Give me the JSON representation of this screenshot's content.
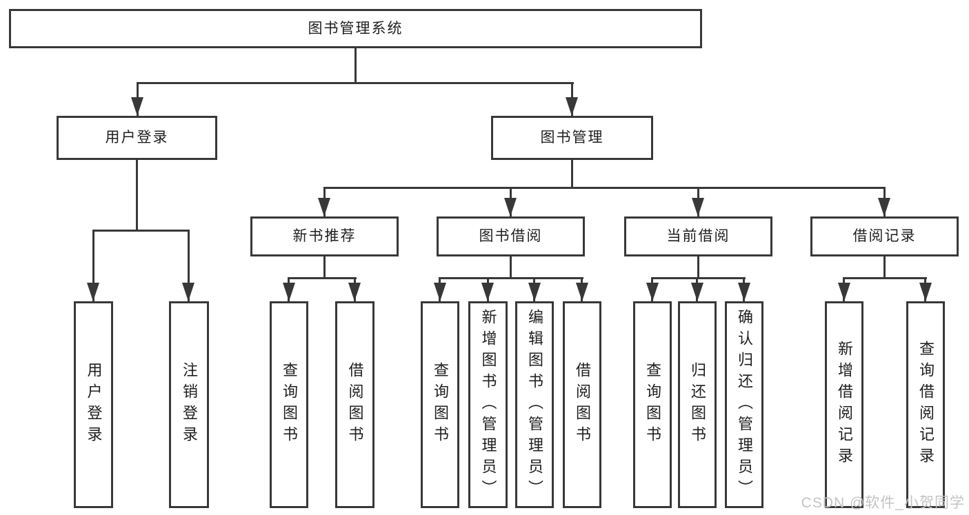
{
  "diagram": {
    "title": "图书管理系统",
    "tree": {
      "root": {
        "label": "图书管理系统"
      },
      "branches": [
        {
          "label": "用户登录",
          "children": [
            {
              "label": "用户登录"
            },
            {
              "label": "注销登录"
            }
          ]
        },
        {
          "label": "图书管理",
          "children": [
            {
              "label": "新书推荐",
              "children": [
                {
                  "label": "查询图书"
                },
                {
                  "label": "借阅图书"
                }
              ]
            },
            {
              "label": "图书借阅",
              "children": [
                {
                  "label": "查询图书"
                },
                {
                  "label": "新增图书（管理员）"
                },
                {
                  "label": "编辑图书（管理员）"
                },
                {
                  "label": "借阅图书"
                }
              ]
            },
            {
              "label": "当前借阅",
              "children": [
                {
                  "label": "查询图书"
                },
                {
                  "label": "归还图书"
                },
                {
                  "label": "确认归还（管理员）"
                }
              ]
            },
            {
              "label": "借阅记录",
              "children": [
                {
                  "label": "新增借阅记录"
                },
                {
                  "label": "查询借阅记录"
                }
              ]
            }
          ]
        }
      ]
    },
    "watermark": "CSDN @软件_小贺同学",
    "colors": {
      "line": "#383838",
      "text": "#1e1e1e",
      "watermark": "#c3c3c3",
      "background": "#ffffff"
    }
  }
}
